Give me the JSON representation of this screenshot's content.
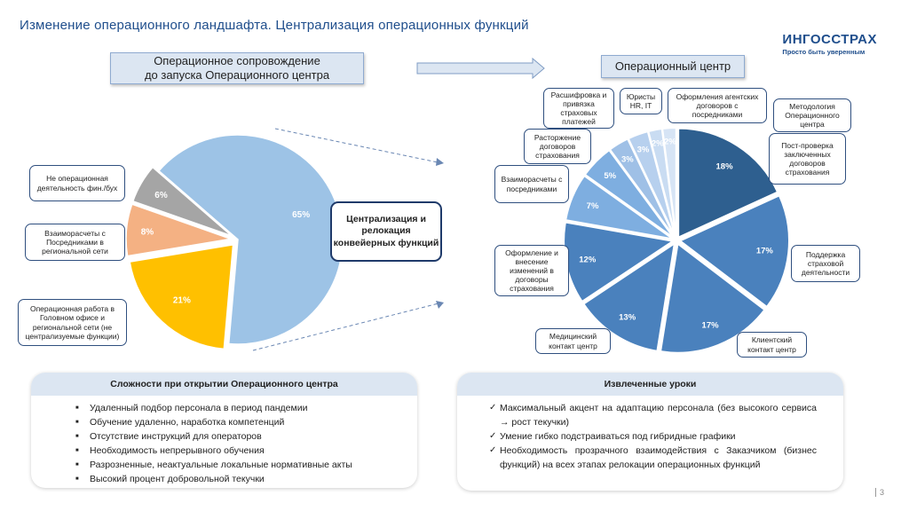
{
  "slide": {
    "title": "Изменение операционного ландшафта. Централизация операционных функций",
    "page_number": "3"
  },
  "logo": {
    "name": "ИНГОССТРАХ",
    "tagline": "Просто быть уверенным"
  },
  "left_header": {
    "line1": "Операционное сопровождение",
    "line2": "до запуска Операционного центра"
  },
  "right_header": "Операционный центр",
  "center_callout": "Централизация и релокация конвейерных функций",
  "colors": {
    "title_blue": "#1f4e8c",
    "header_fill": "#dce6f2",
    "left_big": "#9dc3e6",
    "left_yellow": "#ffc000",
    "left_salmon": "#f4b183",
    "left_gray": "#a5a5a5",
    "right_dark": "#2e5f8f",
    "right_mid": "#4a81bd",
    "right_light": "#7eaee0"
  },
  "chart_data": [
    {
      "type": "pie",
      "values": [
        65,
        21,
        8,
        6
      ],
      "labels": [
        "65%",
        "21%",
        "8%",
        "6%"
      ],
      "categories": [
        "",
        "Операционная работа в Головном офисе и региональной сети (не централизуемые функции)",
        "Взаиморасчеты с Посредниками в региональной сети",
        "Не операционная деятельность фин./бух"
      ]
    },
    {
      "type": "pie",
      "values": [
        18,
        17,
        17,
        13,
        12,
        7,
        5,
        3,
        3,
        2,
        2
      ],
      "labels": [
        "18%",
        "17%",
        "17%",
        "13%",
        "12%",
        "7%",
        "5%",
        "3%",
        "3%",
        "2%",
        "2%"
      ],
      "categories": [
        "Пост-проверка заключенных договоров страхования",
        "Поддержка страховой деятельности",
        "Клиентский контакт центр",
        "Медицинский контакт центр",
        "Оформление и внесение изменений в договоры страхования",
        "Взаиморасчеты с посредниками",
        "Расторжение договоров страхования",
        "Расшифровка и привязка страховых платежей",
        "Юристы HR, IT",
        "Оформления агентских договоров с посредниками",
        "Методология Операционного центра"
      ]
    }
  ],
  "difficulties": {
    "title": "Сложности при открытии Операционного центра",
    "items": [
      "Удаленный подбор персонала в период пандемии",
      "Обучение удаленно, наработка компетенций",
      "Отсутствие инструкций для операторов",
      "Необходимость непрерывного обучения",
      "Разрозненные, неактуальные локальные нормативные акты",
      "Высокий процент добровольной текучки"
    ]
  },
  "lessons": {
    "title": "Извлеченные уроки",
    "items": [
      "Максимальный акцент на адаптацию персонала (без высокого сервиса → рост текучки)",
      "Умение гибко подстраиваться под гибридные графики",
      "Необходимость прозрачного взаимодействия с Заказчиком (бизнес функций) на всех этапах релокации операционных функций"
    ]
  }
}
